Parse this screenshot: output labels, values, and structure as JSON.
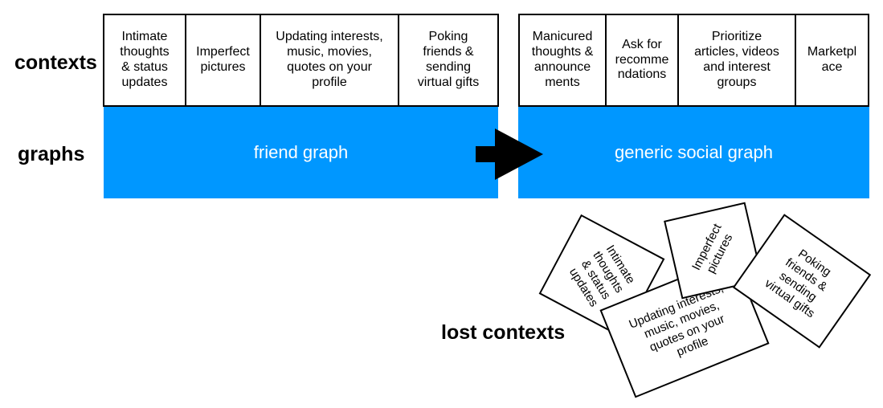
{
  "labels": {
    "contexts": "contexts",
    "graphs": "graphs",
    "lost_contexts": "lost contexts"
  },
  "left_contexts": [
    "Intimate\nthoughts\n& status\nupdates",
    "Imperfect\npictures",
    "Updating interests,\nmusic, movies,\nquotes on your\nprofile",
    "Poking\nfriends &\nsending\nvirtual gifts"
  ],
  "right_contexts": [
    "Manicured\nthoughts &\nannounce\nments",
    "Ask for\nrecomme\nndations",
    "Prioritize\narticles, videos\nand interest\ngroups",
    "Marketpl\nace"
  ],
  "graphs": {
    "left": "friend graph",
    "right": "generic social graph"
  },
  "lost_cards": [
    "Intimate\nthoughts\n& status\nupdates",
    "Updating interests,\nmusic, movies,\nquotes on your\nprofile",
    "Imperfect\npictures",
    "Poking\nfriends &\nsending\nvirtual gifts"
  ],
  "colors": {
    "graph_fill": "#0097FF",
    "arrow": "#000000",
    "border": "#000000"
  }
}
